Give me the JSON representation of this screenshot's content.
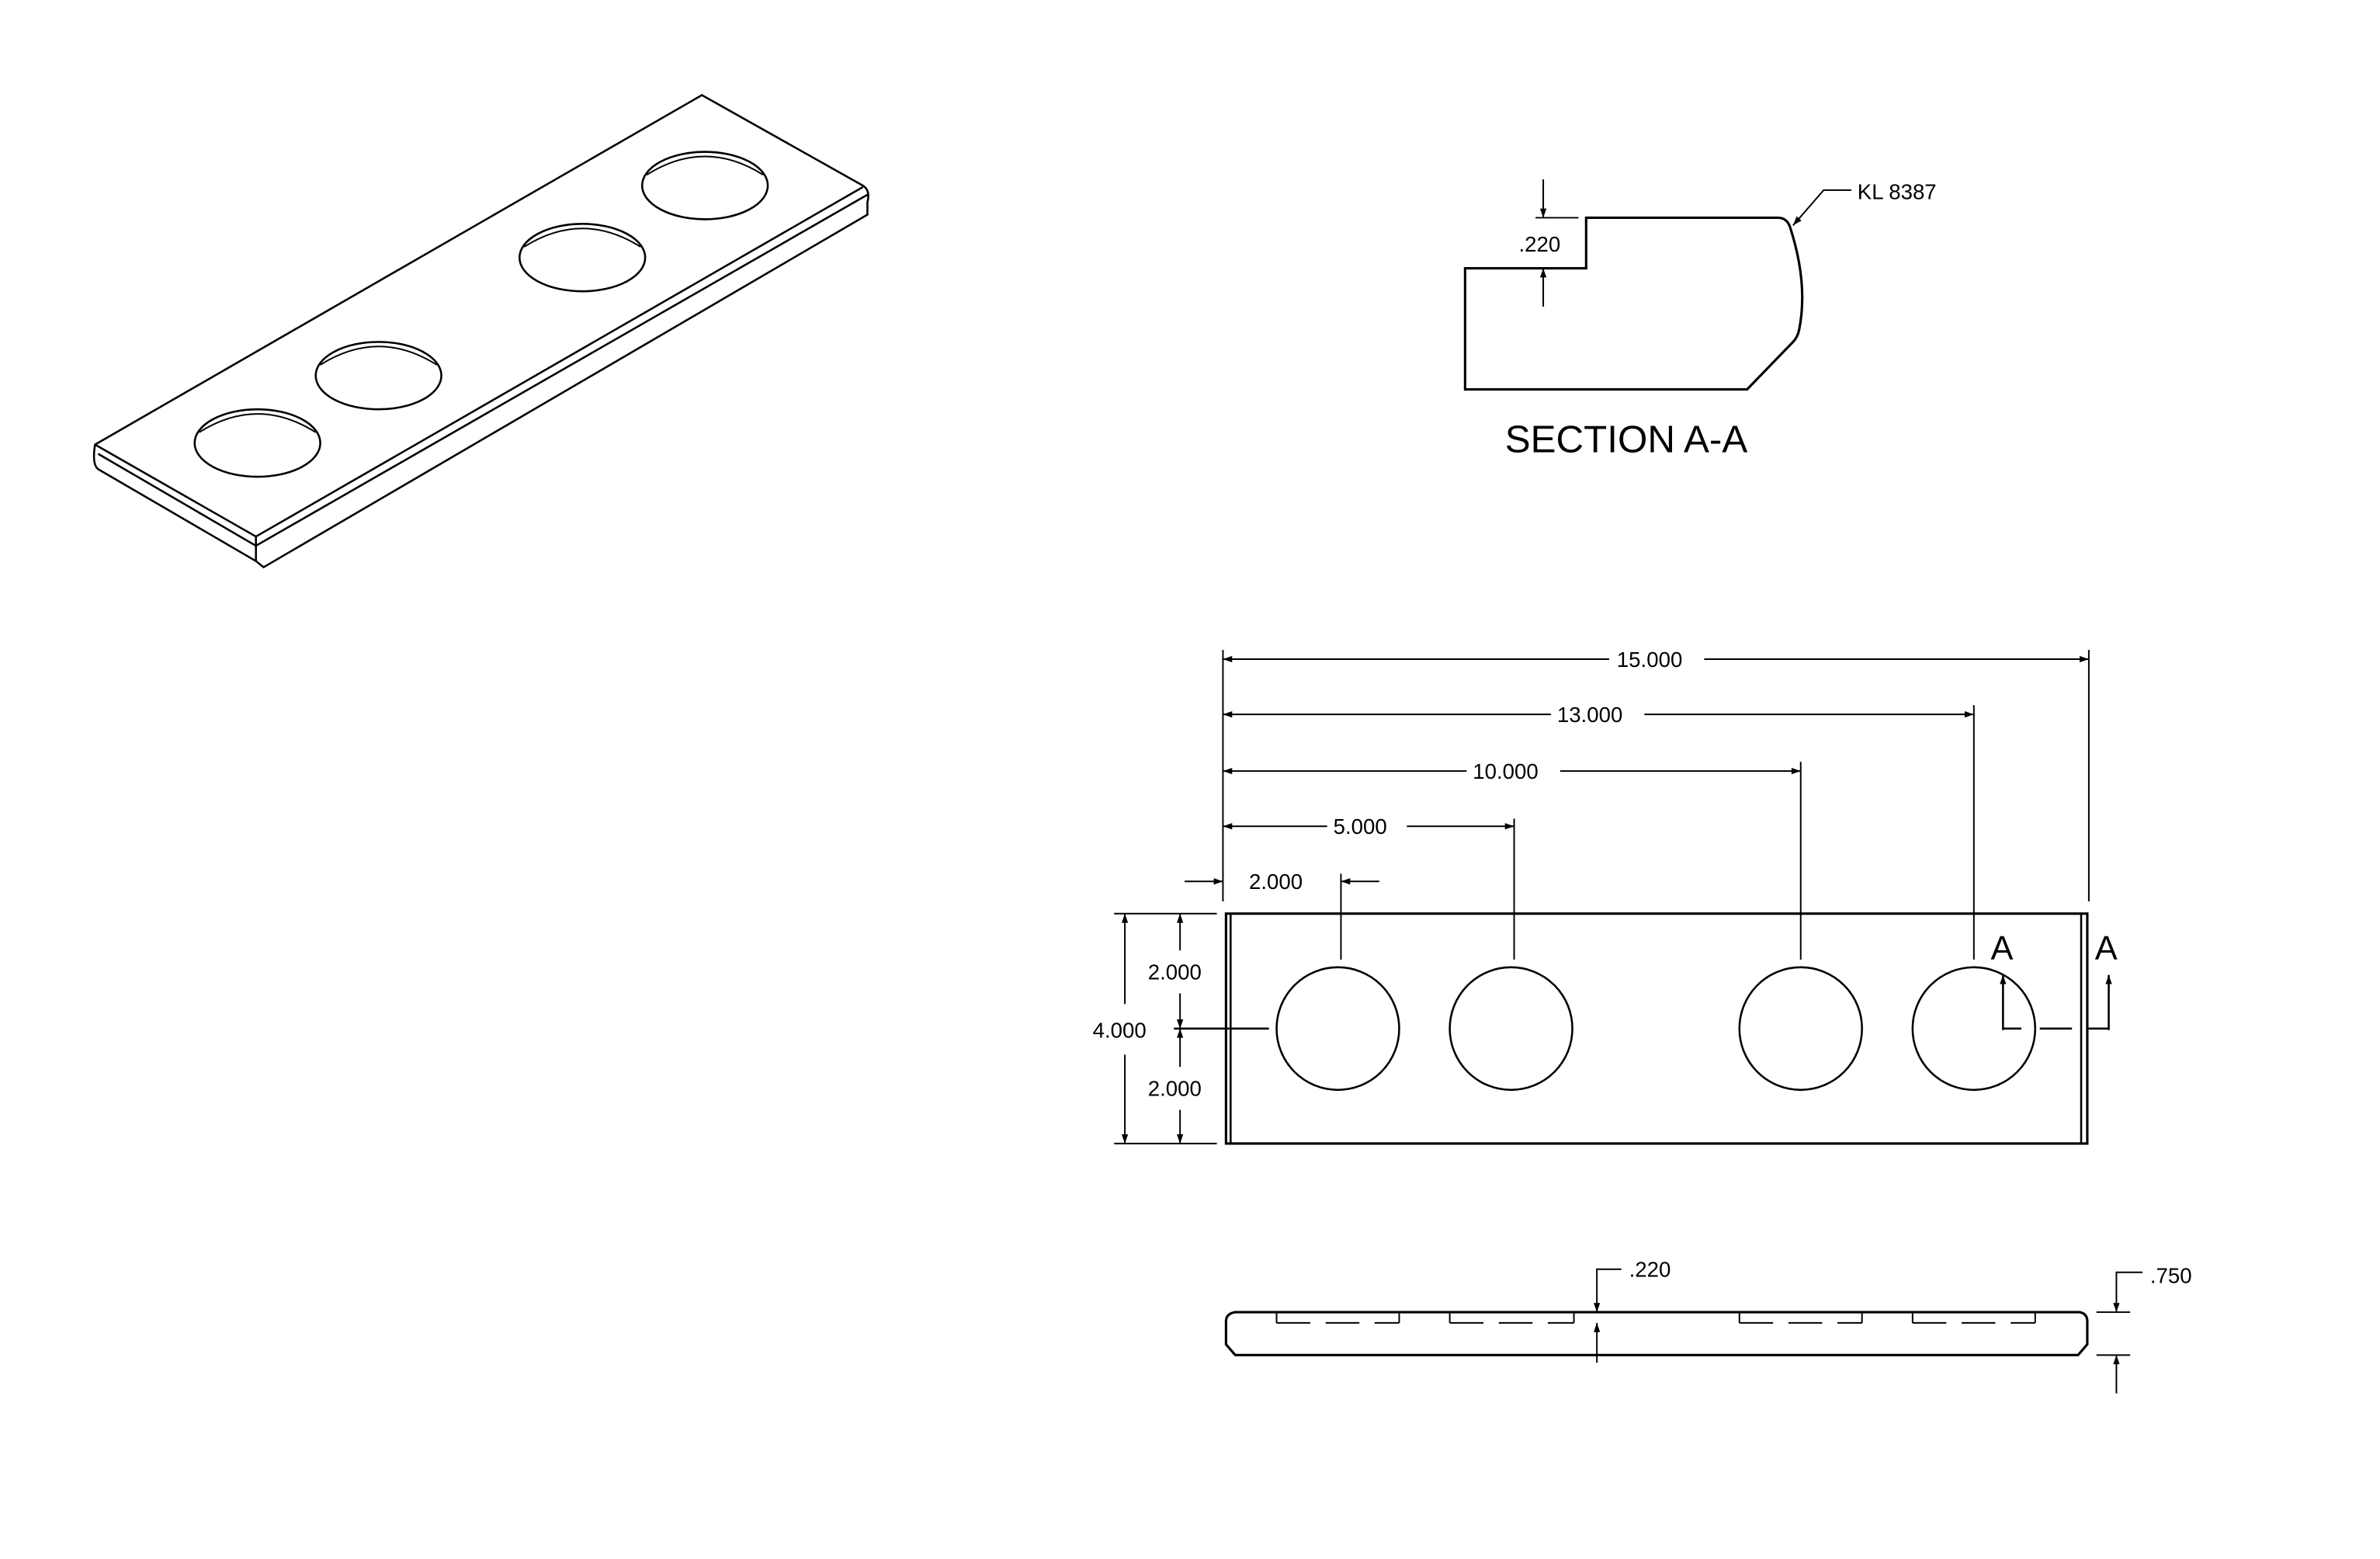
{
  "section": {
    "title": "SECTION A-A",
    "step_depth": ".220",
    "edge_profile_callout": "KL 8387"
  },
  "top_view": {
    "overall_length": "15.000",
    "hole4_position": "13.000",
    "hole3_position": "10.000",
    "hole2_position": "5.000",
    "hole1_position": "2.000",
    "overall_width": "4.000",
    "hole_center_upper": "2.000",
    "hole_center_lower": "2.000",
    "section_marker_left": "A",
    "section_marker_right": "A"
  },
  "side_view": {
    "recess_depth": ".220",
    "thickness": ".750"
  }
}
